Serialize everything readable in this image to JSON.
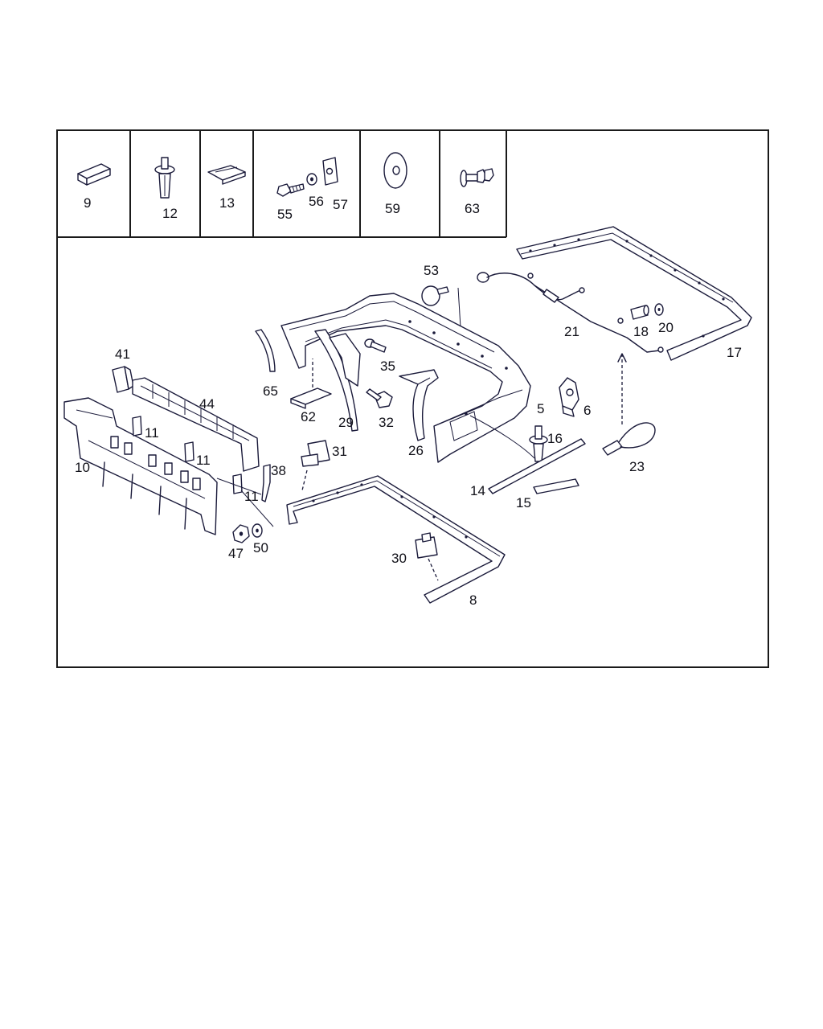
{
  "legend_cells": [
    {
      "labels": [
        "9"
      ]
    },
    {
      "labels": [
        "12"
      ]
    },
    {
      "labels": [
        "13"
      ]
    },
    {
      "labels": [
        "55",
        "56",
        "57"
      ]
    },
    {
      "labels": [
        "59"
      ]
    },
    {
      "labels": [
        "63"
      ]
    }
  ],
  "callouts": {
    "p53": "53",
    "p65": "65",
    "p62": "62",
    "p29": "29",
    "p35": "35",
    "p32": "32",
    "p26": "26",
    "p5": "5",
    "p6": "6",
    "p16": "16",
    "p14": "14",
    "p15": "15",
    "p21": "21",
    "p18": "18",
    "p20": "20",
    "p17": "17",
    "p23": "23",
    "p41": "41",
    "p44": "44",
    "p10": "10",
    "p11a": "11",
    "p11b": "11",
    "p11c": "11",
    "p38": "38",
    "p31": "31",
    "p47": "47",
    "p50": "50",
    "p30": "30",
    "p8": "8"
  }
}
